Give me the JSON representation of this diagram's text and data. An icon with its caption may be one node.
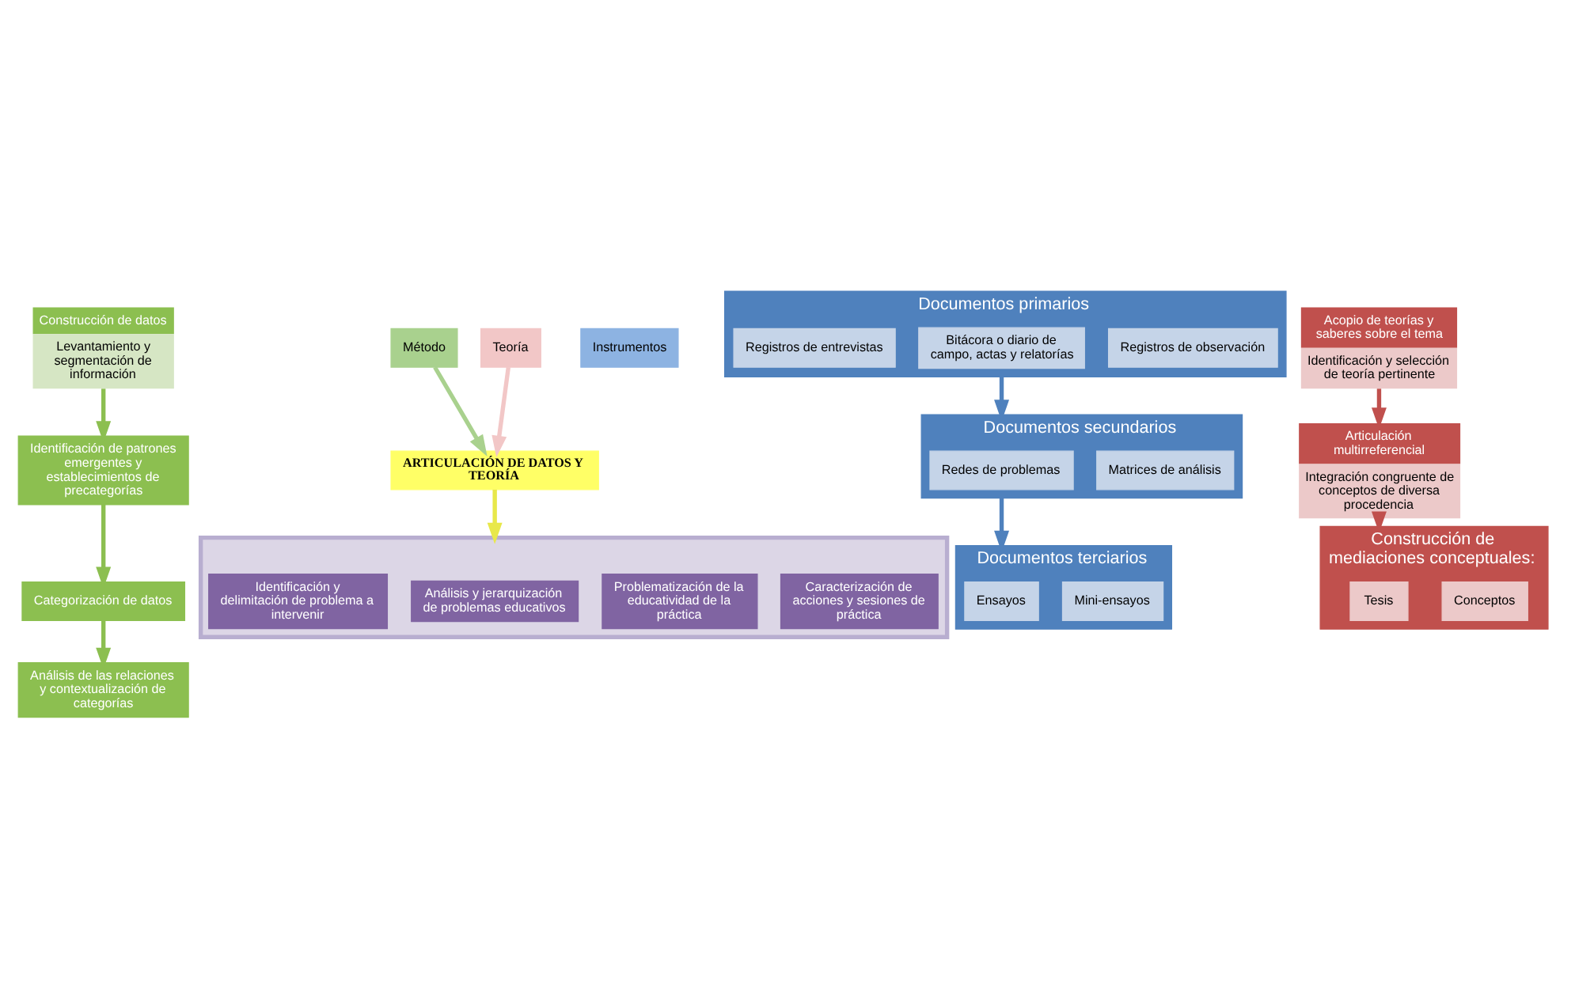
{
  "diagram": {
    "nodes": [
      {
        "text": [
          "Construcción de datos",
          "Levantamiento y segmentación de información"
        ]
      },
      {
        "text": [
          "Identificación de patrones emergentes y establecimientos de precategorías"
        ]
      },
      {
        "text": [
          "Categorización de datos"
        ]
      },
      {
        "text": [
          "Análisis de las relaciones y contextualización de categorías"
        ]
      },
      {
        "text": [
          "Método"
        ]
      },
      {
        "text": [
          "Instrumentos"
        ]
      },
      {
        "text": [
          "Documentos primarios"
        ]
      },
      {
        "text": [
          "Registros de observación"
        ],
        "in": 6
      },
      {
        "text": [
          "Bitácora o diario de campo, actas y relatorías"
        ],
        "in": 6
      },
      {
        "text": [
          "Registros de entrevistas"
        ],
        "in": 6
      },
      {
        "text": [
          "Documentos secundarios"
        ]
      },
      {
        "text": [
          "Matrices de análisis"
        ],
        "in": 10
      },
      {
        "text": [
          "Redes de problemas"
        ],
        "in": 10
      },
      {
        "text": [
          "Documentos terciarios"
        ]
      },
      {
        "text": [
          "Mini-ensayos"
        ],
        "in": 13
      },
      {
        "text": [
          "Ensayos"
        ],
        "in": 13
      },
      {
        "text": [
          "Teoría"
        ]
      },
      {
        "text": [
          "Acopio de teorías y saberes sobre el tema",
          "Identificación y selección de teoría pertinente"
        ]
      },
      {
        "text": [
          "Articulación multirreferencial",
          "Integración congruente de conceptos de diversa procedencia"
        ]
      },
      {
        "text": [
          "Construcción de mediaciones conceptuales:"
        ]
      },
      {
        "text": [
          "Conceptos"
        ],
        "in": 19
      },
      {
        "text": [
          "Tesis"
        ],
        "in": 19
      },
      {
        "text": [
          "ARTICULACIÓN DE DATOS Y TEORÍA"
        ]
      },
      {
        "text": [],
        "shape": "arrow"
      },
      {
        "text": [
          "Caracterización de acciones y sesiones de práctica"
        ],
        "in": 23
      },
      {
        "text": [
          "Problematización de la educatividad de la práctica"
        ],
        "in": 23
      },
      {
        "text": [
          "Análisis y jerarquización de problemas educativos"
        ],
        "in": 23
      },
      {
        "text": [
          "Identificación y delimitación de problema a intervenir"
        ],
        "in": 23
      }
    ],
    "edges": [
      {
        "from": 0,
        "to": 1,
        "arrow": "to",
        "color": "#8cbf50"
      },
      {
        "from": 1,
        "to": 2,
        "arrow": "to",
        "color": "#8cbf50"
      },
      {
        "from": 2,
        "to": 3,
        "arrow": "to",
        "color": "#8cbf50"
      },
      {
        "from": 4,
        "to": 22,
        "arrow": "to",
        "color": "#a9d18e"
      },
      {
        "from": 6,
        "to": 10,
        "arrow": "to",
        "color": "#4f81bd"
      },
      {
        "from": 10,
        "to": 13,
        "arrow": "to",
        "color": "#4f81bd"
      },
      {
        "from": 16,
        "to": 22,
        "arrow": "to",
        "color": "#f2c7c7"
      },
      {
        "from": 17,
        "to": 18,
        "arrow": "to",
        "color": "#c0504d"
      },
      {
        "from": 18,
        "to": 19,
        "arrow": "to",
        "color": "#c0504d"
      },
      {
        "from": 22,
        "to": 23,
        "arrow": "to",
        "color": "#e8e84a"
      }
    ]
  }
}
